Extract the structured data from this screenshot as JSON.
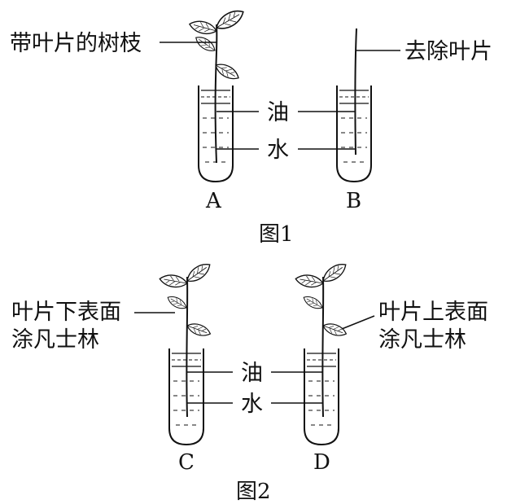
{
  "figure1": {
    "caption": "图1",
    "tube_a": {
      "letter": "A",
      "branch_label": "带叶片的树枝"
    },
    "tube_b": {
      "letter": "B",
      "branch_label": "去除叶片"
    },
    "oil_label": "油",
    "water_label": "水"
  },
  "figure2": {
    "caption": "图2",
    "tube_c": {
      "letter": "C",
      "label_line1": "叶片下表面",
      "label_line2": "涂凡士林"
    },
    "tube_d": {
      "letter": "D",
      "label_line1": "叶片上表面",
      "label_line2": "涂凡士林"
    },
    "oil_label": "油",
    "water_label": "水"
  }
}
